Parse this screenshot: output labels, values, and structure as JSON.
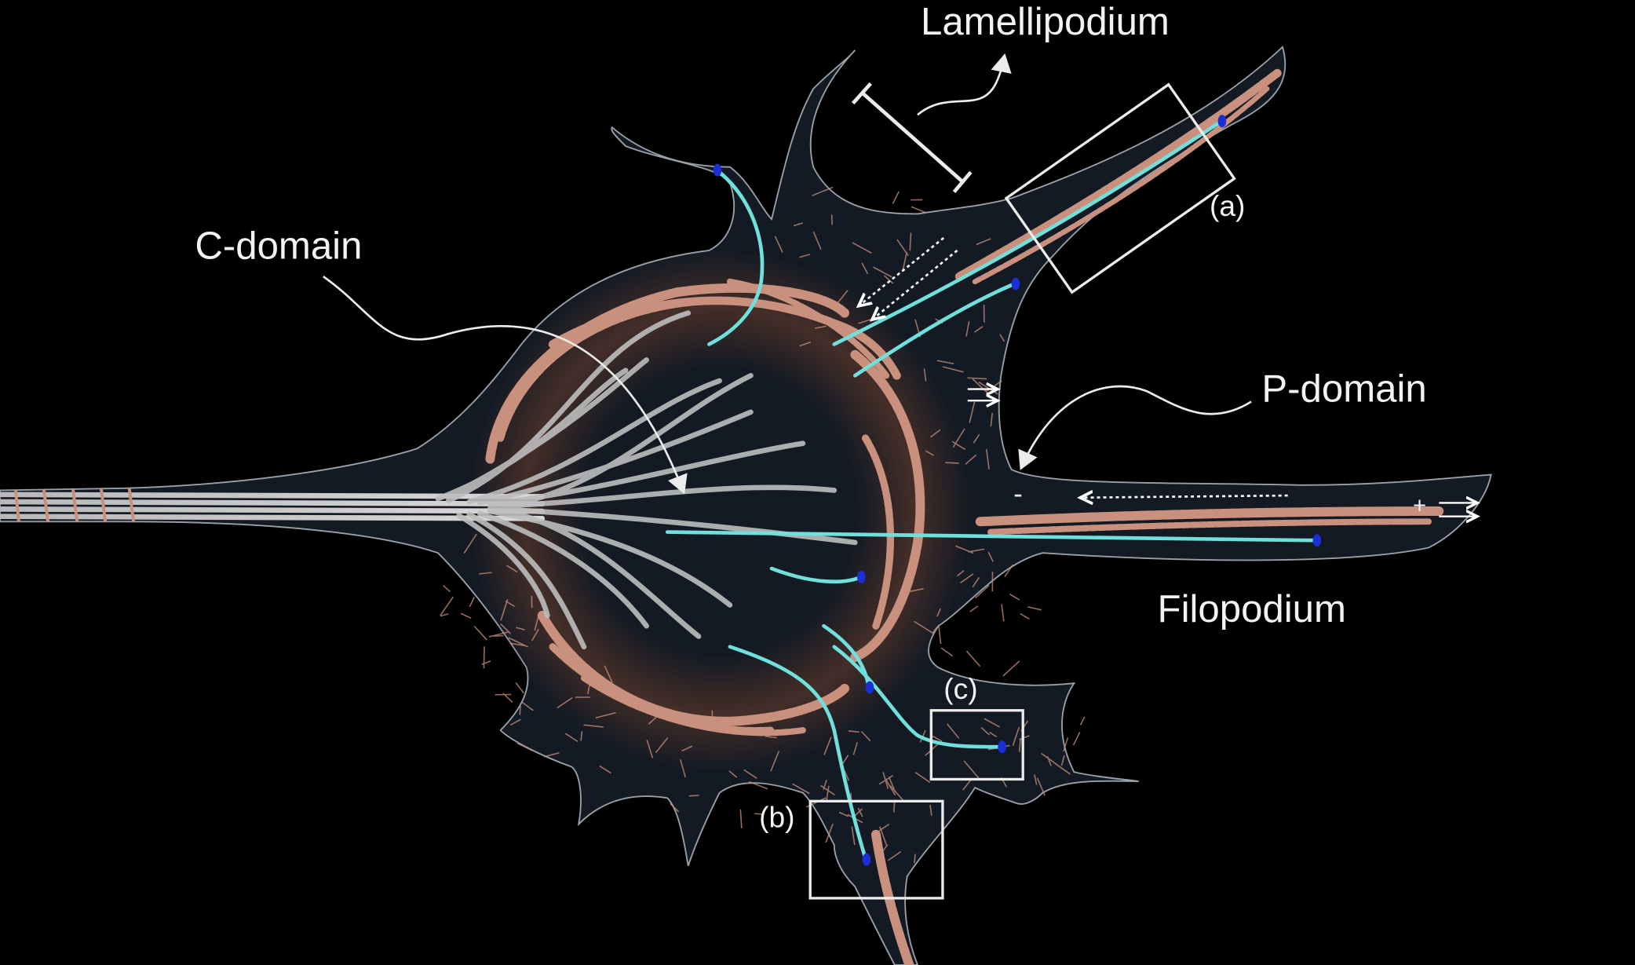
{
  "labels": {
    "lamellipodium": "Lamellipodium",
    "c_domain": "C-domain",
    "p_domain": "P-domain",
    "filopodium": "Filopodium",
    "box_a": "(a)",
    "box_b": "(b)",
    "box_c": "(c)",
    "minus_sign": "-",
    "plus_sign": "+"
  },
  "colors": {
    "background": "#000000",
    "cell_fill": "#141a24",
    "cell_outline": "#9aa0a8",
    "actin": "#c9917d",
    "actin_glow": "#4a3028",
    "microtubule_stable": "#b9b9b9",
    "microtubule_dynamic": "#6fe0dc",
    "plus_tip": "#1a2fd6",
    "annotation": "#ececec"
  },
  "icons": {
    "flow_arrow": "dotted-arrow-icon",
    "protrusion_arrow": "double-arrow-icon",
    "callout_arrow": "curved-arrow-icon"
  }
}
